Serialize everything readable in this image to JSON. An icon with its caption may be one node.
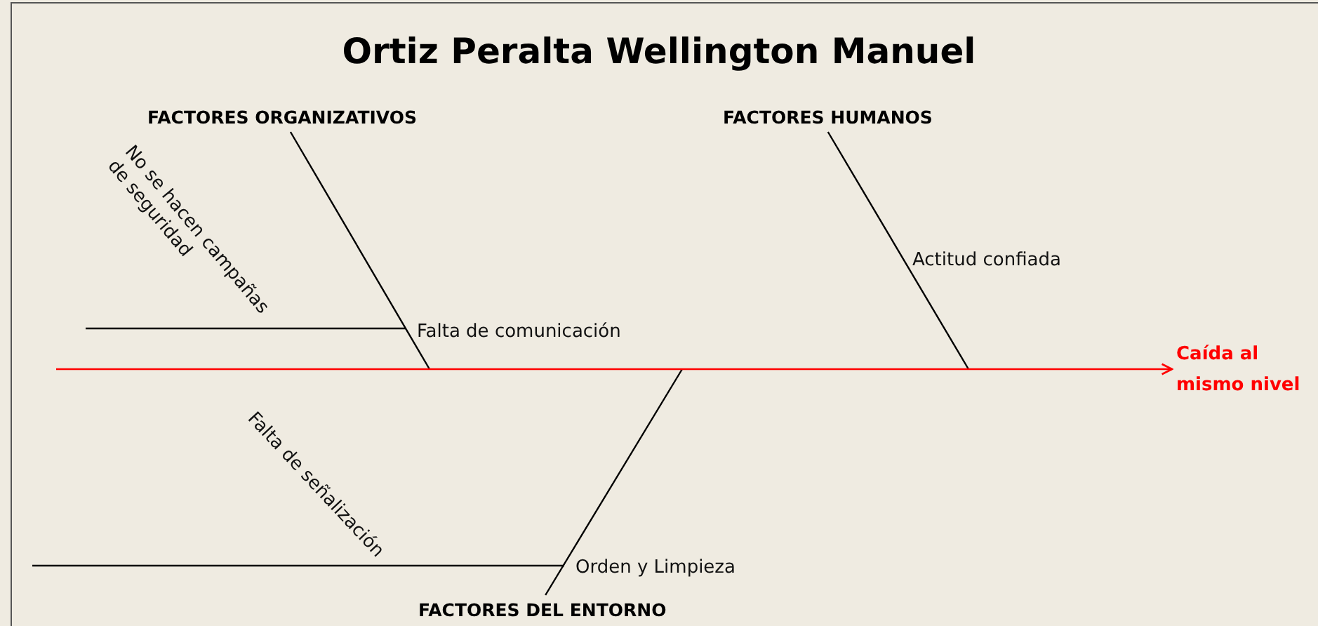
{
  "diagram": {
    "title": "Ortiz Peralta Wellington Manuel",
    "nodes": [
      {
        "text": [
          "FACTORES ORGANIZATIVOS"
        ]
      },
      {
        "text": [
          "FACTORES HUMANOS"
        ]
      },
      {
        "text": [
          "FACTORES DEL ENTORNO"
        ]
      },
      {
        "text": [
          "Caída al mismo nivel"
        ]
      }
    ],
    "edges": [
      {
        "from": 0,
        "to": null,
        "arrow": "none"
      },
      {
        "from": 1,
        "to": null,
        "arrow": "none"
      },
      {
        "from": 2,
        "to": null,
        "arrow": "none"
      },
      {
        "from": null,
        "to": 3,
        "arrow": "to",
        "color": "#ff0000"
      }
    ],
    "labels": [
      "No se hacen campañas de seguridad",
      "Falta de comunicación",
      "Actitud confiada",
      "Falta de señalización",
      "Orden y Limpieza"
    ]
  }
}
